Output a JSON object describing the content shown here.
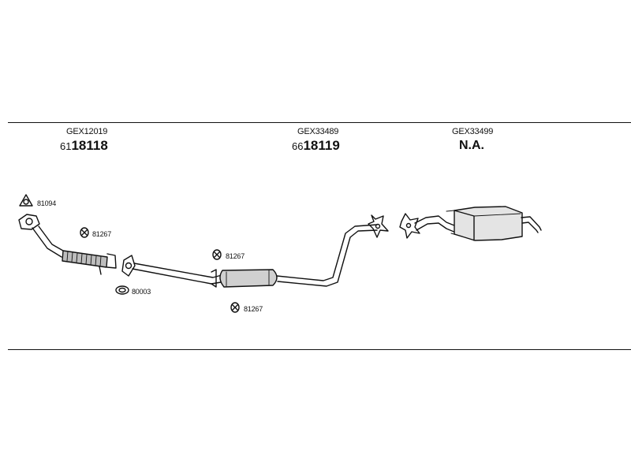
{
  "sections": [
    {
      "code": "GEX12019",
      "number_prefix": "61",
      "number_main": "18118"
    },
    {
      "code": "GEX33489",
      "number_prefix": "66",
      "number_main": "18119"
    },
    {
      "code": "GEX33499",
      "number_prefix": "",
      "number_main": "N.A."
    }
  ],
  "parts": {
    "gasket_triangle": "81094",
    "clamp_front": "81267",
    "gasket_ring": "80003",
    "clamp_mid": "81267",
    "clamp_lower": "81267"
  },
  "colors": {
    "line": "#111111",
    "background": "#ffffff"
  }
}
